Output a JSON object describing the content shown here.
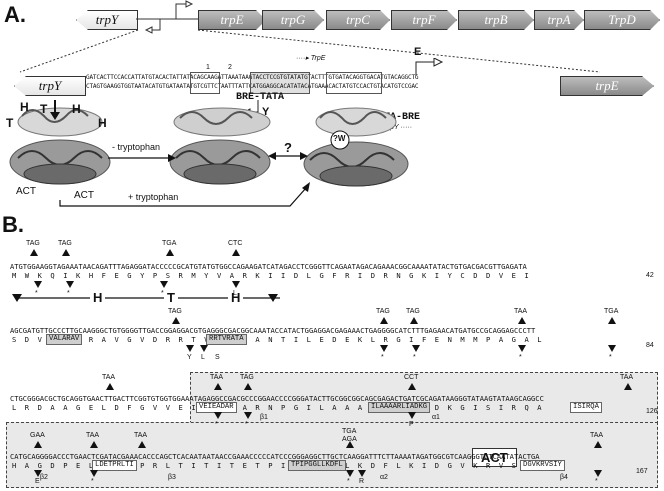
{
  "panel_a": {
    "label": "A.",
    "genes": [
      "trpY",
      "trpE",
      "trpG",
      "trpC",
      "trpF",
      "trpB",
      "trpA",
      "TrpD"
    ],
    "zoom_left_gene": "trpY",
    "zoom_right_gene": "trpE",
    "seq_top": "GATCACTTCCACCATTATGTACACTATTATACAGCAAGATTAAATAAGTACCTCCGTGTATATGTACTTTGTGATACAGGTGACATGTACAGGCTG",
    "seq_bottom": "CTAGTGAAGGTGGTAATACATGTGATAATATGTCGTTCTAATTTATTCATGGAGGCACATATACATGAAACACTATGTCCACTGTACATGTCCGAC",
    "marker_1": "1",
    "marker_2": "2",
    "bre_tata": "BRE-TATA",
    "tata_bre": "TATA-BRE",
    "trpE_arrow_label": "TrpE",
    "trpY_arrow_label": "TrpY",
    "E_label": "E",
    "Y_label": "Y",
    "H_labels": [
      "T",
      "H",
      "H",
      "H",
      "T",
      "H",
      "H"
    ],
    "minus_trp": "- tryptophan",
    "plus_trp": "+ tryptophan",
    "question": "?",
    "w_label": "?W",
    "act_labels": [
      "ACT",
      "ACT"
    ]
  },
  "panel_b": {
    "label": "B.",
    "lines": [
      {
        "nt": "ATGTGGAAGGTAGAAATAACAGATTTAGAGGATACCCCCGCATGTATGTGGCCAGAAGATCATAGACCTCGGGTTCAGAATAGACAGAAACGGCAAAATATACTGTGACGACGTTGAGATA",
        "aa": "M  W  K  Q  I  K  H  F  E  G  Y  P  S  R  M  Y  V  A  R  K  I  I  D  L  G  F  R  I  D  R  N  G  K  I  Y  C  D  D  V  E  I",
        "end": "42"
      },
      {
        "nt": "AGCGATGTTGCCCTTGCAAGGGCTGTGGGGTTGACCGGAGGACGTGAGGGCGACGGCAAATACCATACTGGAGGACGAGAAACTGAGGGGCATCTTTGAGAACATGATGCCGCAGGAGCCCTT",
        "aa": "S  D  V  A  L  A  R  A  V  G  V  D  R  R  T  V  R  A  T  A  N  T  I  L  E  D  E  K  L  R  G  I  F  E  N  M  M  P  A  G  A  L",
        "end": "84"
      },
      {
        "nt": "CTGCGGGACGCTGCAGGTGAACTTGACTTCGGTGTGGTGGAAATAGAGGCCGACGCCCGGAACCCCGGGATACTTGCGGCGGCAGCGAGACTGATCGCAGATAAGGGTATAAGTATAAGCAGGCC",
        "aa": "L  R  D  A  A  G  E  L  D  F  G  V  V  E  I  E  A  D  A  R  N  P  G  I  L  A  A  A  A  R  L  I  A  D  K  G  I  S  I  R  Q  A",
        "end": "126"
      },
      {
        "nt": "CATGCAGGGGACCCTGAACTCGATACGAAACACCCAGCTCACAATAATAACCGAAACCCCCATCCCGGGAGGCTTGCTCAAGGATTTCTTAAAATAGATGGCGTCAAGGGTCTCAATATACTGA",
        "aa": "H  A  G  D  P  E  L  D  E  T  P  R  L  T  I  T  I  T  E  T  P  I  P  G  G  L  L  K  D  F  L  K  I  D  G  V  K  R  V  S  I  Y  *",
        "end": "167"
      }
    ],
    "htH": [
      "H",
      "T",
      "H"
    ],
    "structs": [
      "VALARAV",
      "RRTVRATA",
      "VEIEADAR",
      "ILAAAARLIADKG",
      "ISIRQA",
      "LDETPRLTI",
      "TPIPGGLLKDFL",
      "DGVKRVSIY"
    ],
    "struct_labels": [
      "β1",
      "α1",
      "β2",
      "β3",
      "α2",
      "β4"
    ],
    "act": "ACT",
    "codon_notes": [
      "TAG",
      "TAG",
      "TGA",
      "CTC",
      "TAG",
      "TAG",
      "TAA",
      "TGA",
      "TAG",
      "TAA",
      "TAA",
      "TAG",
      "CCT",
      "TAA",
      "GAA",
      "TAA",
      "TAA",
      "TGA",
      "AGA",
      "TAA"
    ],
    "mut_aa": [
      "*",
      "*",
      "*",
      "L",
      "*",
      "*",
      "Y",
      "L",
      "S",
      "*",
      "*",
      "*",
      "*",
      "*",
      "P",
      "*",
      "E",
      "*",
      "*",
      "*",
      "R"
    ]
  }
}
